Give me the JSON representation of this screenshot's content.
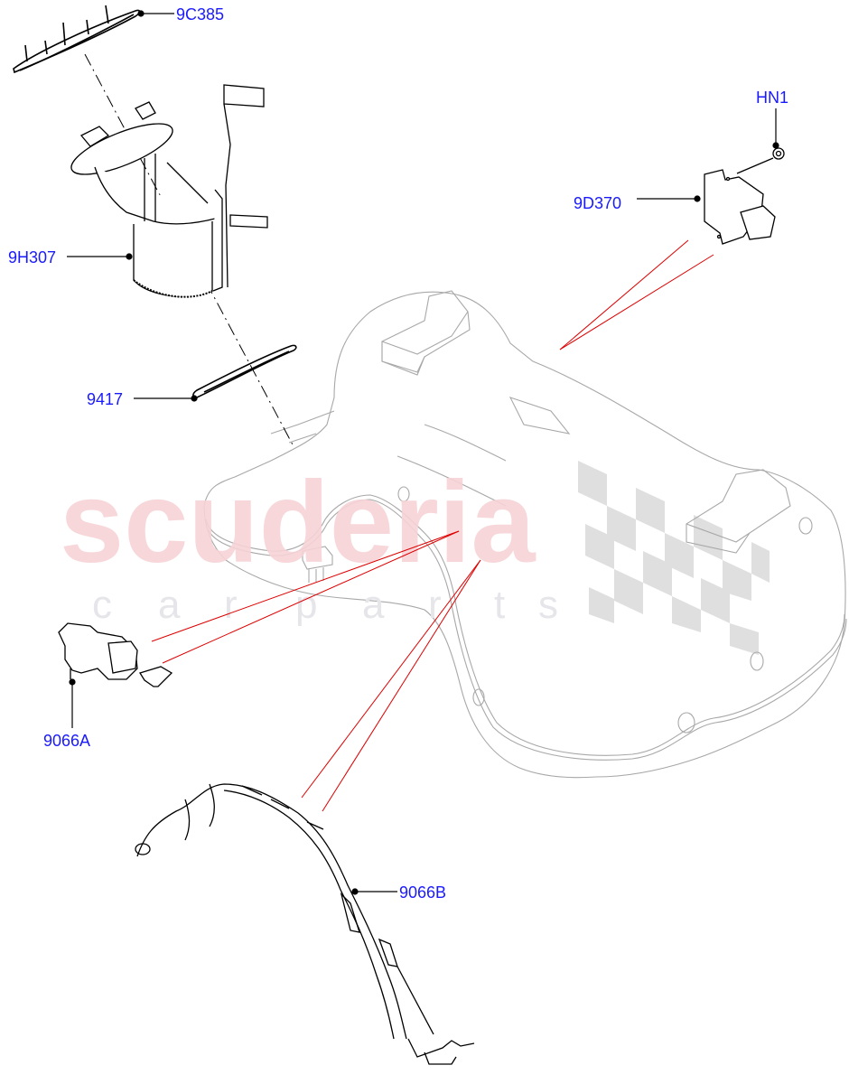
{
  "diagram": {
    "type": "exploded-parts-diagram",
    "subject": "Fuel tank, fuel pump/sender unit and related wiring",
    "accent_colors": {
      "callout_text": "#1a1aff",
      "leader_line": "#000000",
      "reference_line": "#dd0000",
      "ghost_outline": "#a0a0a0"
    }
  },
  "watermark": {
    "main": "scuderia",
    "sub": "car parts",
    "main_color": "#f7d3d6",
    "sub_color": "#e9e9ed",
    "checker_color": "#dadada"
  },
  "callouts": [
    {
      "id": "9C385",
      "label": "9C385",
      "part": "fuel pump mounting flange seal/lock ring"
    },
    {
      "id": "9H307",
      "label": "9H307",
      "part": "fuel pump and sender unit"
    },
    {
      "id": "9417",
      "label": "9417",
      "part": "seal / gasket"
    },
    {
      "id": "HN1",
      "label": "HN1",
      "part": "nut"
    },
    {
      "id": "9D370",
      "label": "9D370",
      "part": "fuel pump control module"
    },
    {
      "id": "9066A",
      "label": "9066A",
      "part": "connector"
    },
    {
      "id": "9066B",
      "label": "9066B",
      "part": "wiring harness"
    }
  ]
}
